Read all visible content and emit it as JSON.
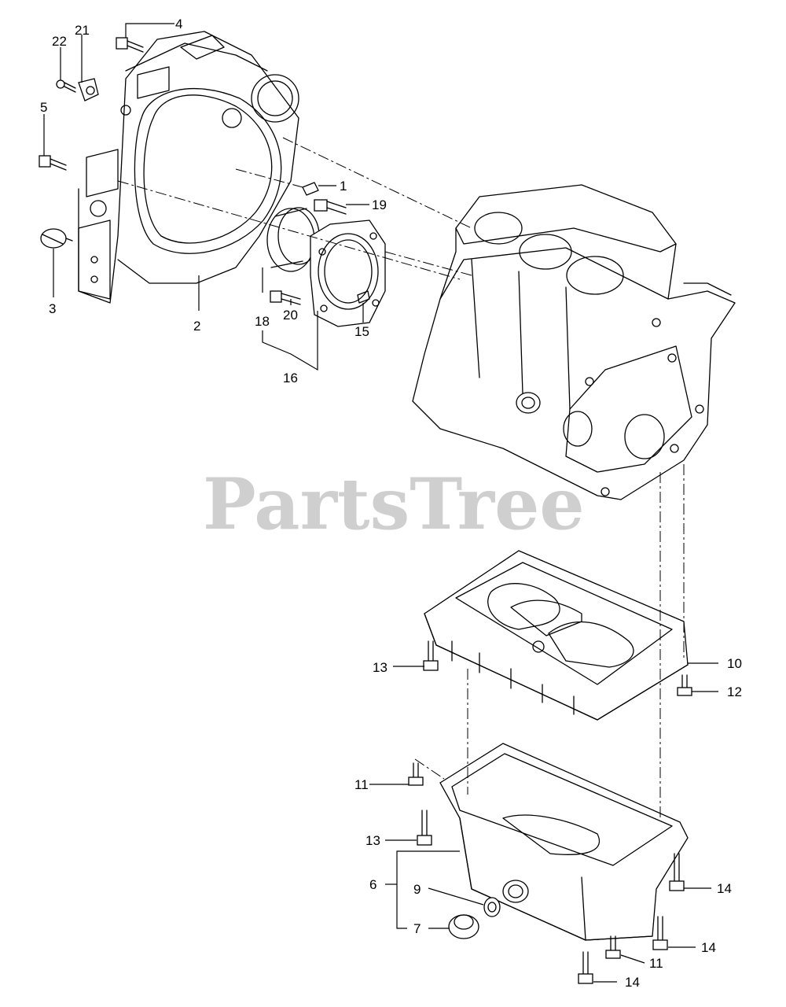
{
  "watermark": "PartsTree",
  "labels": {
    "l1": "1",
    "l2": "2",
    "l3": "3",
    "l4": "4",
    "l5": "5",
    "l6": "6",
    "l7": "7",
    "l9": "9",
    "l10": "10",
    "l11a": "11",
    "l11b": "11",
    "l12": "12",
    "l13a": "13",
    "l13b": "13",
    "l14a": "14",
    "l14b": "14",
    "l14c": "14",
    "l15": "15",
    "l16": "16",
    "l18": "18",
    "l19": "19",
    "l20": "20",
    "l21": "21",
    "l22": "22"
  }
}
